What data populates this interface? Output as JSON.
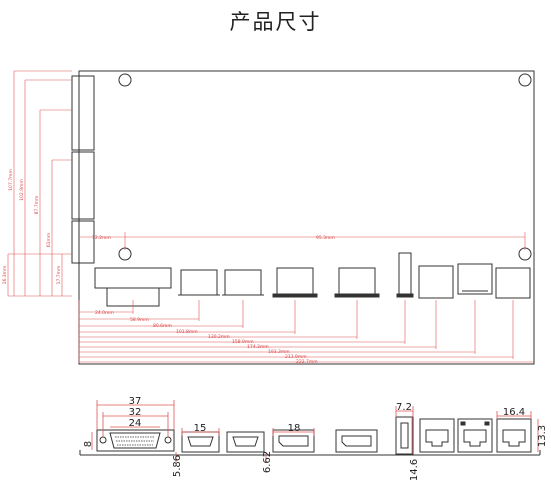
{
  "title": "产品尺寸",
  "top_view": {
    "vertical_dims": [
      "107.7mm",
      "102.9mm",
      "87.7mm",
      "61mm",
      "16.3mm",
      "17.7mm"
    ],
    "horizontal_dims": [
      "12.2mm",
      "95.3mm",
      "24.0mm",
      "58.9mm",
      "80.6mm",
      "101.8mm",
      "130.2mm",
      "158.9mm",
      "174.3mm",
      "193.3mm",
      "211.9mm",
      "222.7mm"
    ]
  },
  "front_view": {
    "dims": {
      "dvi_width": "37",
      "dvi_inner": "32",
      "dvi_pins": "24",
      "dvi_height": "8",
      "hdmi_width": "15",
      "hdmi_offset": "5.86",
      "hdmi2_offset": "6.62",
      "dp_width": "18",
      "usb_width": "7.2",
      "usb_height": "14.6",
      "rj45_width": "16.4",
      "rj45_height": "13.3"
    }
  }
}
